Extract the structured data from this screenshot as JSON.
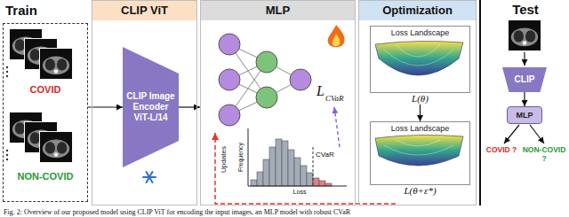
{
  "diagram": {
    "caption": "Fig. 2: Overview of our proposed model using CLIP ViT for encoding the input images, an MLP model with robust CVaR",
    "nodes": [
      {
        "text": [
          "Train"
        ]
      },
      {
        "text": [
          "COVID",
          "NON-COVID"
        ],
        "in": 0
      },
      {
        "text": [
          "CLIP ViT"
        ]
      },
      {
        "text": [
          "CLIP Image Encoder ViT-L/14"
        ],
        "in": 2
      },
      {
        "text": [
          "MLP"
        ]
      },
      {
        "text": [
          "Optimization"
        ]
      },
      {
        "text": [
          "Loss Landscape",
          "L(θ)"
        ],
        "in": 5
      },
      {
        "text": [
          "Loss Landscape",
          "L(θ+ε*)"
        ],
        "in": 5
      },
      {
        "text": [
          "Test"
        ]
      },
      {
        "text": [
          "CLIP"
        ],
        "in": 8
      },
      {
        "text": [
          "MLP"
        ],
        "in": 8
      }
    ],
    "edges": [
      {
        "from": 1,
        "to": 3,
        "arrow": "to"
      },
      {
        "from": 3,
        "to": 4,
        "arrow": "to"
      },
      {
        "from": 6,
        "to": 7,
        "arrow": "to"
      },
      {
        "from": 9,
        "to": 10,
        "arrow": "to"
      }
    ],
    "labels": [
      "L",
      "CVaR",
      "CVaR",
      "Frequency",
      "Loss",
      "Updates",
      "COVID ?",
      "NON-COVID ?"
    ]
  }
}
